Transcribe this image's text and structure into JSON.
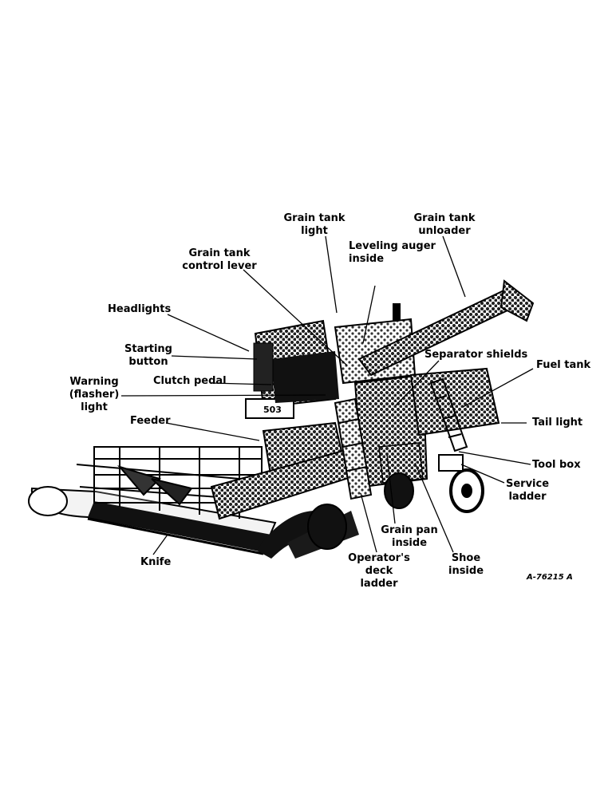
{
  "figure": {
    "ref": "A-76215 A",
    "subject_alt": "Illustration of a self-propelled combine harvester with callouts to its parts",
    "machine_plate": "503",
    "labels": {
      "grain_tank_light": "Grain tank\nlight",
      "grain_tank_unloader": "Grain tank\nunloader",
      "leveling_auger": "Leveling auger\ninside",
      "grain_tank_control_lever": "Grain tank\ncontrol lever",
      "headlights": "Headlights",
      "starting_button": "Starting\nbutton",
      "separator_shields": "Separator shields",
      "fuel_tank": "Fuel tank",
      "clutch_pedal": "Clutch pedal",
      "warning_light": "Warning\n(flasher)\nlight",
      "tail_light": "Tail light",
      "feeder": "Feeder",
      "tool_box": "Tool box",
      "service_ladder": "Service\nladder",
      "grain_pan": "Grain pan\ninside",
      "knife": "Knife",
      "operators_deck_ladder": "Operator's\ndeck\nladder",
      "shoe": "Shoe\ninside"
    }
  }
}
